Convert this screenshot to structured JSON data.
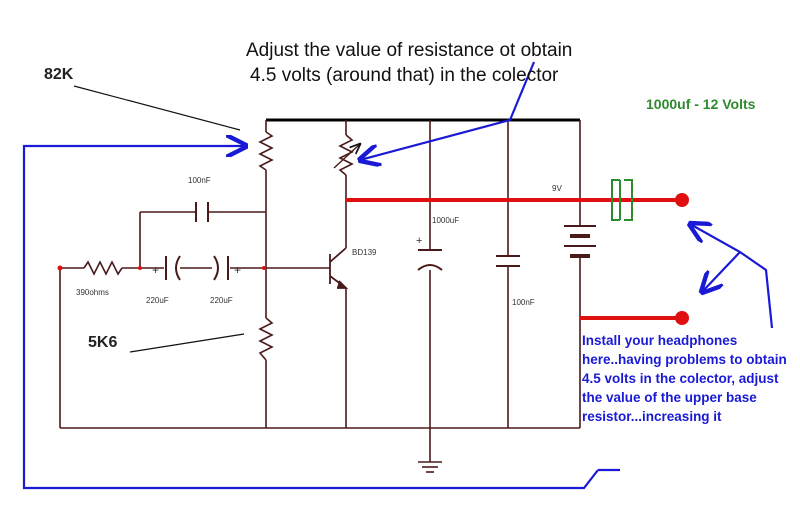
{
  "diagram": {
    "top_note_line1": "Adjust the value of resistance ot obtain",
    "top_note_line2": "4.5 volts (around that) in the colector",
    "label_82k": "82K",
    "label_5k6": "5K6",
    "cap_note": "1000uf - 12 Volts",
    "install_note": "Install your headphones here..having problems to obtain 4.5 volts in the colector, adjust the value of the upper base resistor...increasing it",
    "component_labels": {
      "c_100nf_top": "100nF",
      "r_input": "390ohms",
      "c_220uf_a": "220uF",
      "c_220uf_b": "220uF",
      "transistor": "BD139",
      "c_1000uf": "1000uF",
      "c_100nf_right": "100nF",
      "battery": "9V"
    },
    "colors": {
      "wire": "#4a1a1a",
      "red_wire": "#e01010",
      "blue_arrow": "#1a1ad6",
      "green_note": "#2e8b2e",
      "top_rail": "#000000"
    }
  }
}
